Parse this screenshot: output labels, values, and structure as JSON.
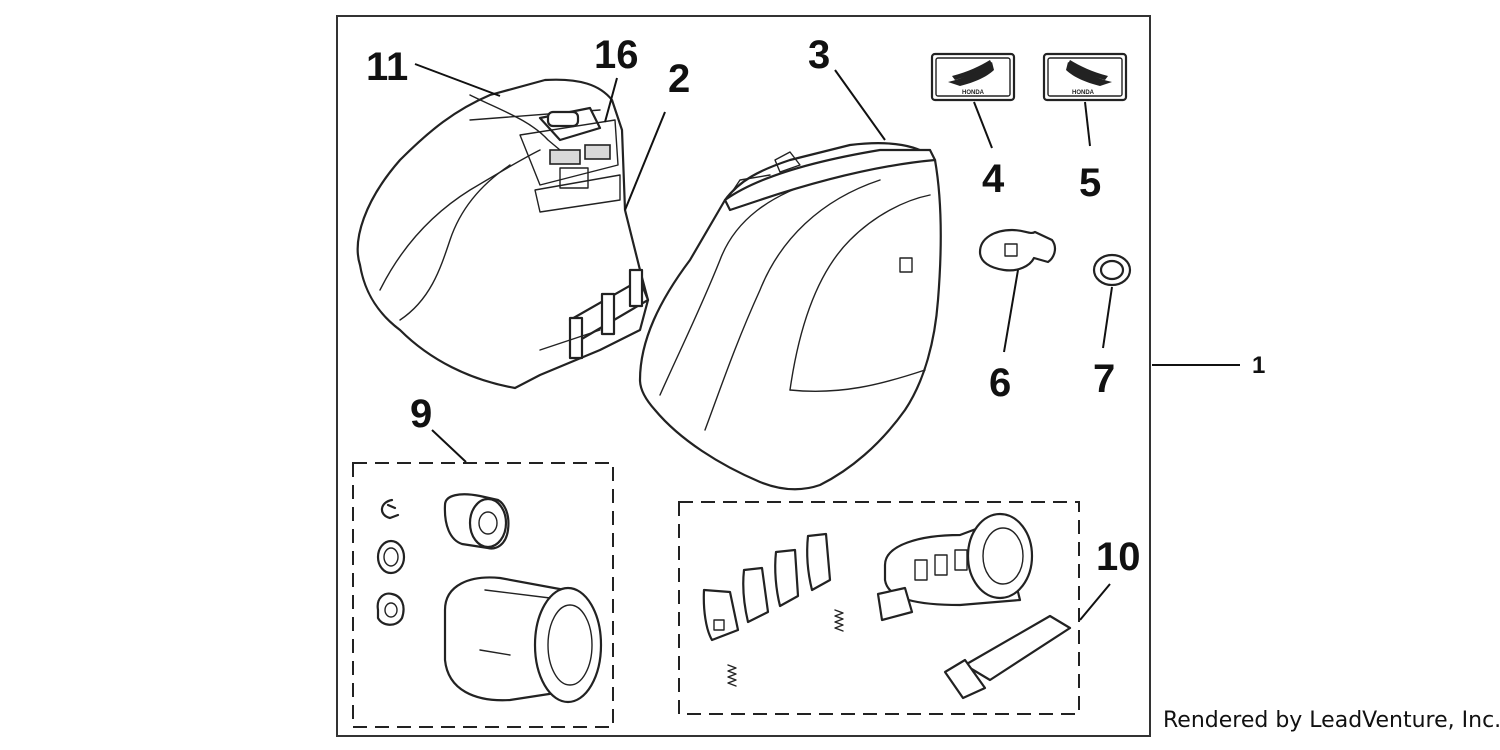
{
  "callouts": {
    "c1": "1",
    "c2": "2",
    "c3": "3",
    "c4": "4",
    "c5": "5",
    "c6": "6",
    "c7": "7",
    "c9": "9",
    "c10": "10",
    "c11": "11",
    "c16": "16"
  },
  "emblems": {
    "brand_text": "HONDA"
  },
  "credit": "Rendered by LeadVenture, Inc."
}
